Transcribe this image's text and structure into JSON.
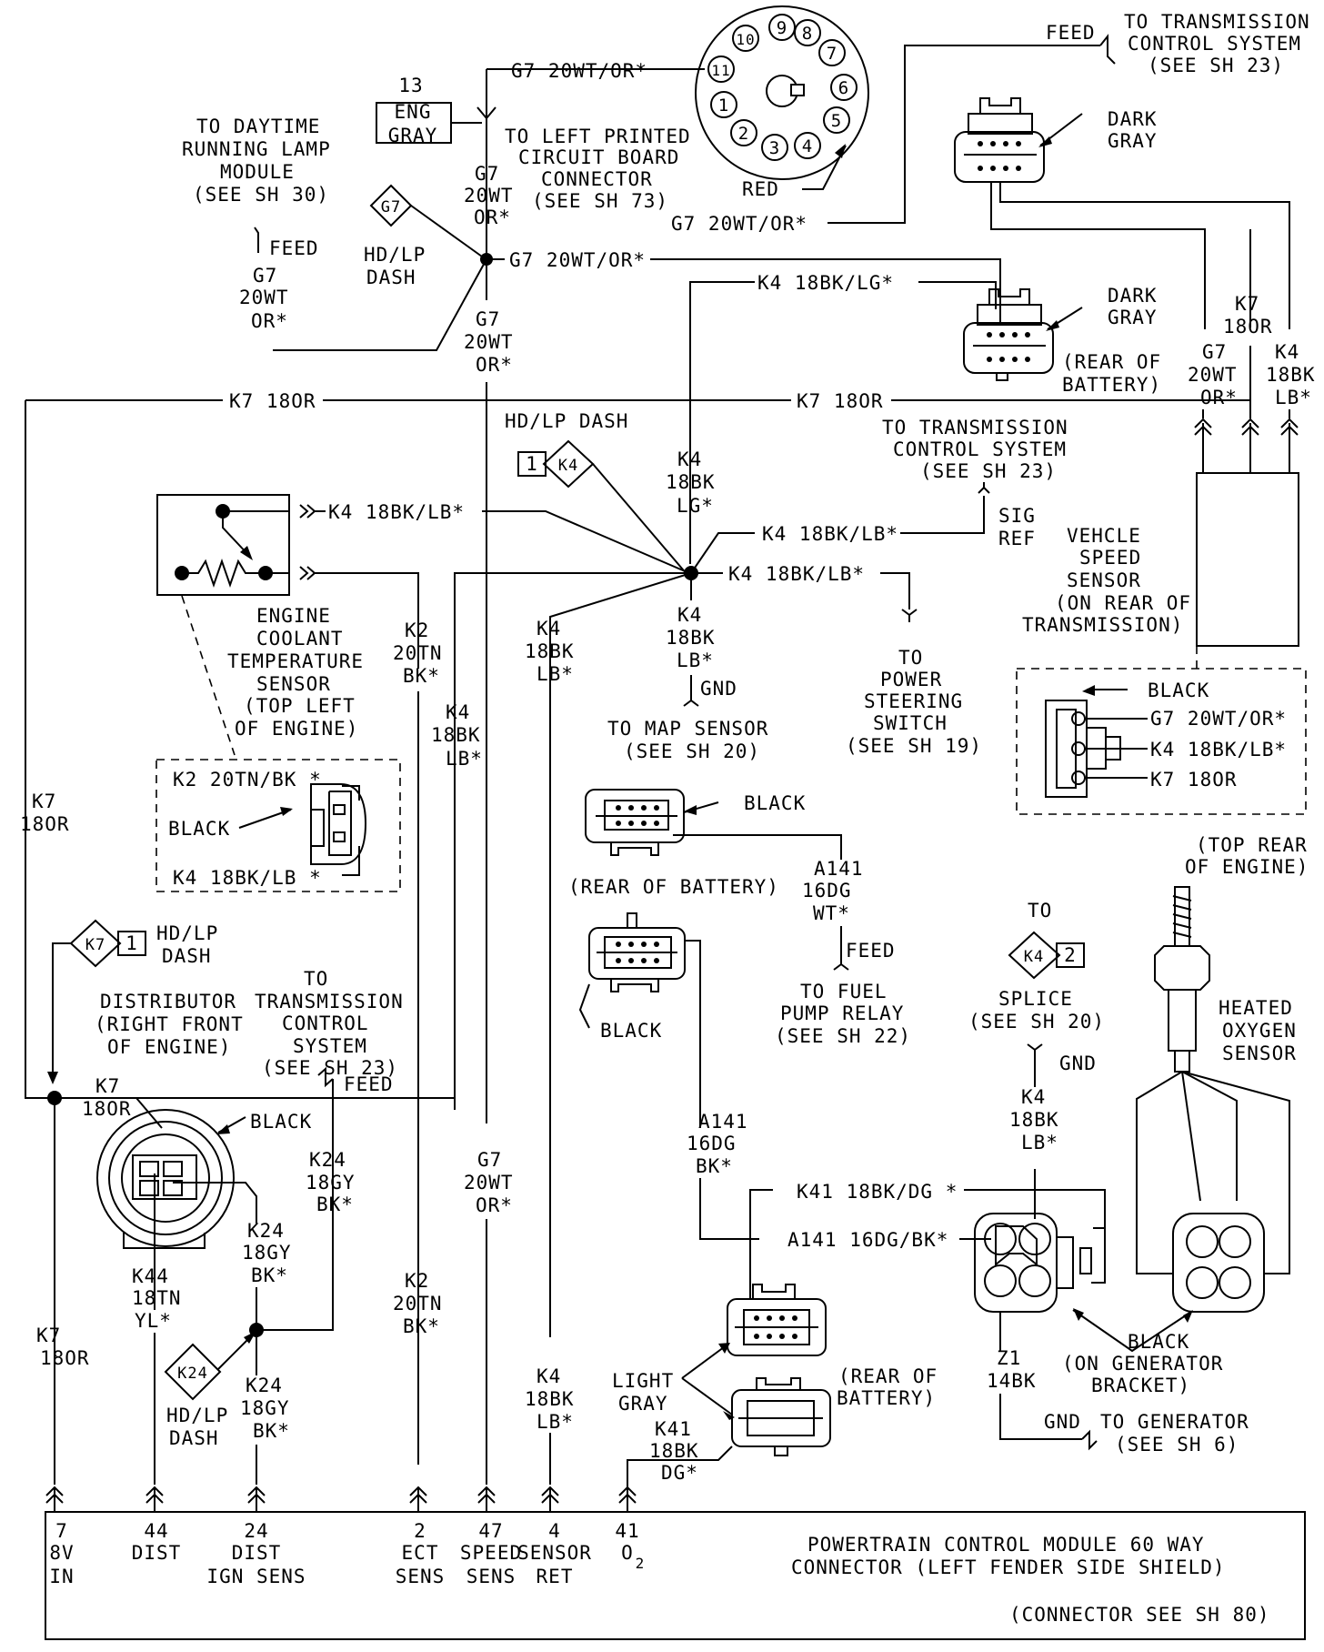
{
  "labels": {
    "feed_top": "FEED",
    "tcs_top": [
      "TO TRANSMISSION",
      "CONTROL SYSTEM",
      "(SEE SH 23)"
    ],
    "g7_top": "G7 20WT/OR*",
    "eng_gray": [
      "13",
      "ENG",
      "GRAY"
    ],
    "daytime": [
      "TO DAYTIME",
      "RUNNING LAMP",
      "MODULE",
      "(SEE SH 30)"
    ],
    "left_pcb": [
      "TO LEFT PRINTED",
      "CIRCUIT BOARD",
      "CONNECTOR",
      "(SEE SH 73)"
    ],
    "red": "RED",
    "g7_vert1": [
      "G7",
      "20WT",
      "OR*"
    ],
    "g7_diamond": "G7",
    "hdlp_dash": [
      "HD/LP",
      "DASH"
    ],
    "feed_left": "FEED",
    "g7_left": [
      "G7",
      "20WT",
      "OR*"
    ],
    "g7_to_tcs": "G7 20WT/OR*",
    "g7_to_conn": "G7 20WT/OR*",
    "g7_vert2": [
      "G7",
      "20WT",
      "OR*"
    ],
    "dark_gray_1": [
      "DARK",
      "GRAY"
    ],
    "k4_lg_top": "K4 18BK/LG*",
    "dark_gray_2": [
      "DARK",
      "GRAY"
    ],
    "rear_battery_1": [
      "(REAR OF",
      "BATTERY)"
    ],
    "k7_right": [
      "K7",
      "18OR"
    ],
    "g7_right": [
      "G7",
      "20WT",
      "OR*"
    ],
    "k4_right": [
      "K4",
      "18BK",
      "LB*"
    ],
    "k7_wire_a": "K7 18OR",
    "k7_wire_b": "K7 18OR",
    "hdlp_dash_k4": "HD/LP DASH",
    "k4_diamond_num": "1",
    "k4_diamond": "K4",
    "tcs_mid": [
      "TO TRANSMISSION",
      "CONTROL SYSTEM",
      "(SEE SH 23)"
    ],
    "sig_ref": [
      "SIG",
      "REF"
    ],
    "k4_lb_sensor": "K4 18BK/LB*",
    "k4_lg_vert": [
      "K4",
      "18BK",
      "LG*"
    ],
    "k4_lb_mid": "K4 18BK/LB*",
    "k4_lb_ps": "K4 18BK/LB*",
    "vss": [
      "VEHCLE",
      "SPEED",
      "SENSOR",
      "(ON REAR OF",
      "TRANSMISSION)"
    ],
    "ect": [
      "ENGINE",
      "COOLANT",
      "TEMPERATURE",
      "SENSOR",
      "(TOP LEFT",
      "OF ENGINE)"
    ],
    "k2_vert": [
      "K2",
      "20TN",
      "BK*"
    ],
    "k4_vert_a": [
      "K4",
      "18BK",
      "LB*"
    ],
    "k4_vert_b": [
      "K4",
      "18BK",
      "LB*"
    ],
    "k4_vert_c": [
      "K4",
      "18BK",
      "LB*"
    ],
    "gnd_map": "GND",
    "ps_switch": [
      "TO",
      "POWER",
      "STEERING",
      "SWITCH",
      "(SEE SH 19)"
    ],
    "vss_conn": [
      "BLACK",
      "G7 20WT/OR*",
      "K4 18BK/LB*",
      "K7 18OR"
    ],
    "map": [
      "TO MAP SENSOR",
      "(SEE SH 20)"
    ],
    "k7_left_vert": [
      "K7",
      "18OR"
    ],
    "ect_conn": [
      "K2 20TN/BK *",
      "BLACK",
      "K4 18BK/LB *"
    ],
    "black_map": "BLACK",
    "rear_battery_2": "(REAR OF BATTERY)",
    "a141_wt": [
      "A141",
      "16DG",
      "WT*"
    ],
    "feed_fuel": "FEED",
    "fuel_pump": [
      "TO FUEL",
      "PUMP RELAY",
      "(SEE SH 22)"
    ],
    "black_low": "BLACK",
    "top_rear_engine": [
      "(TOP REAR",
      "OF ENGINE)"
    ],
    "to_splice": "TO",
    "k4_splice_diamond": [
      "K4",
      "2"
    ],
    "splice": [
      "SPLICE",
      "(SEE SH 20)"
    ],
    "gnd_splice": "GND",
    "heated_o2": [
      "HEATED",
      "OXYGEN",
      "SENSOR"
    ],
    "k7_diamond": [
      "K7",
      "1"
    ],
    "hdlp_dash_k7": [
      "HD/LP",
      "DASH"
    ],
    "distributor": [
      "DISTRIBUTOR",
      "(RIGHT FRONT",
      "OF ENGINE)"
    ],
    "tcs_low": [
      "TO",
      "TRANSMISSION",
      "CONTROL",
      "SYSTEM",
      "(SEE SH 23)"
    ],
    "feed_low": "FEED",
    "k7_dist": [
      "K7",
      "18OR"
    ],
    "black_dist": "BLACK",
    "k24_vert_a": [
      "K24",
      "18GY",
      "BK*"
    ],
    "k24_vert_b": [
      "K24",
      "18GY",
      "BK*"
    ],
    "k44": [
      "K44",
      "18TN",
      "YL*"
    ],
    "k24_diamond": "K24",
    "hdlp_dash_k24": [
      "HD/LP",
      "DASH"
    ],
    "k24_vert_c": [
      "K24",
      "18GY",
      "BK*"
    ],
    "g7_low": [
      "G7",
      "20WT",
      "OR*"
    ],
    "k2_low": [
      "K2",
      "20TN",
      "BK*"
    ],
    "k4_low": [
      "K4",
      "18BK",
      "LB*"
    ],
    "a141_bk": [
      "A141",
      "16DG",
      "BK*"
    ],
    "k41_dg": "K41 18BK/DG *",
    "a141_wire": "A141 16DG/BK*",
    "light_gray": [
      "LIGHT",
      "GRAY"
    ],
    "rear_battery_3": [
      "(REAR OF",
      "BATTERY)"
    ],
    "k41_vert": [
      "K41",
      "18BK",
      "DG*"
    ],
    "black_gen": [
      "BLACK",
      "(ON GENERATOR",
      "BRACKET)"
    ],
    "z1": [
      "Z1",
      "14BK"
    ],
    "gnd_gen": "GND",
    "to_generator": [
      "TO GENERATOR",
      "(SEE SH 6)"
    ],
    "pcm_title": [
      "POWERTRAIN CONTROL MODULE 60 WAY",
      "CONNECTOR (LEFT FENDER SIDE SHIELD)"
    ],
    "pcm_note": "(CONNECTOR SEE SH 80)",
    "connector_numbers": [
      "9",
      "8",
      "7",
      "6",
      "5",
      "4",
      "3",
      "2",
      "1",
      "10",
      "11"
    ]
  },
  "pcm_pins": [
    {
      "num": "7",
      "name1": "8V",
      "name2": "IN"
    },
    {
      "num": "44",
      "name1": "DIST",
      "name2": ""
    },
    {
      "num": "24",
      "name1": "DIST",
      "name2": "IGN SENS"
    },
    {
      "num": "2",
      "name1": "ECT",
      "name2": "SENS"
    },
    {
      "num": "47",
      "name1": "SPEED",
      "name2": "SENS"
    },
    {
      "num": "4",
      "name1": "SENSOR",
      "name2": "RET"
    },
    {
      "num": "41",
      "name1": "O",
      "name2": "2"
    }
  ]
}
